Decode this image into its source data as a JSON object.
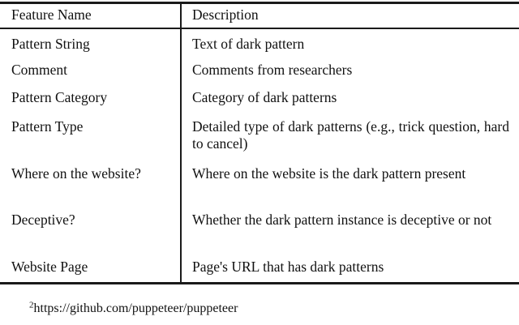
{
  "table": {
    "headers": [
      "Feature Name",
      "Description"
    ],
    "rows": [
      {
        "feature": "Pattern String",
        "description": "Text of dark pattern"
      },
      {
        "feature": "Comment",
        "description": "Comments from researchers"
      },
      {
        "feature": "Pattern Category",
        "description": "Category of dark patterns"
      },
      {
        "feature": "Pattern Type",
        "description": "Detailed type of dark patterns (e.g., trick question, hard to cancel)"
      },
      {
        "feature": "Where on the website?",
        "description": "Where on the website is the dark pattern present"
      },
      {
        "feature": "Deceptive?",
        "description": "Whether the dark pattern instance is deceptive or not"
      },
      {
        "feature": "Website Page",
        "description": "Page's URL that has dark patterns"
      }
    ]
  },
  "footnote": {
    "marker": "2",
    "text": "https://github.com/puppeteer/puppeteer"
  },
  "colors": {
    "rule": "#1a1a1a",
    "text": "#111111",
    "background": "#ffffff"
  }
}
